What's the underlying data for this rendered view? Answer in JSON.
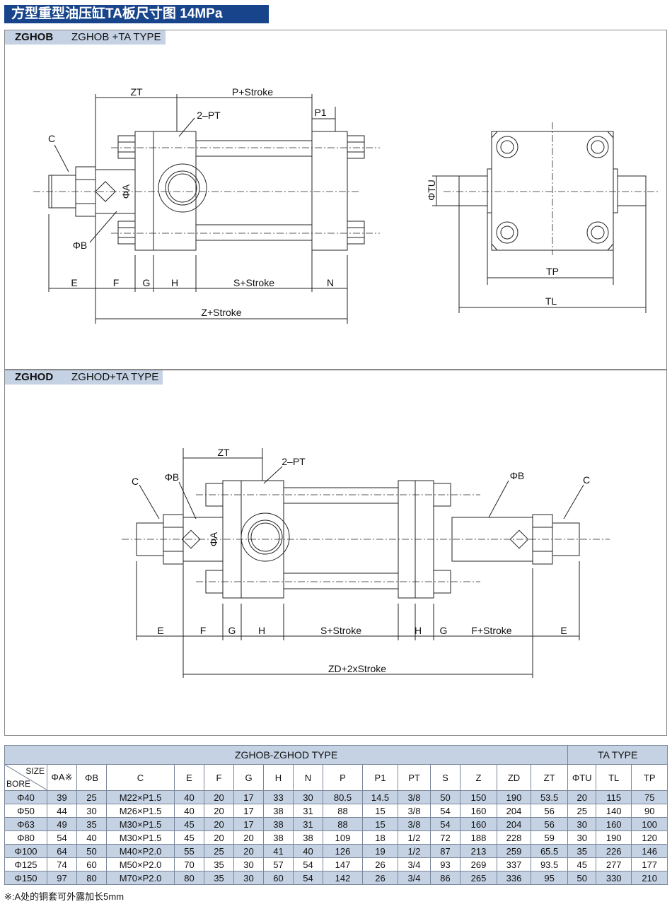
{
  "page_title": "方型重型油压缸TA板尺寸图 14MPa",
  "top_panel": {
    "model": "ZGHOB",
    "type_label": "ZGHOB +TA TYPE",
    "labels": {
      "zt": "ZT",
      "p_stroke": "P+Stroke",
      "pt": "2–PT",
      "p1": "P1",
      "c": "C",
      "phi_a": "ΦA",
      "phi_b": "ΦB",
      "e": "E",
      "f": "F",
      "g": "G",
      "h": "H",
      "s_stroke": "S+Stroke",
      "n": "N",
      "z_stroke": "Z+Stroke",
      "phi_tu": "ΦTU",
      "tp": "TP",
      "tl": "TL"
    }
  },
  "bottom_panel": {
    "model": "ZGHOD",
    "type_label": "ZGHOD+TA TYPE",
    "labels": {
      "zt": "ZT",
      "pt": "2–PT",
      "phi_b_left": "ΦB",
      "phi_b_right": "ΦB",
      "c_left": "C",
      "c_right": "C",
      "phi_a": "ΦA",
      "e_left": "E",
      "f": "F",
      "g_left": "G",
      "h_left": "H",
      "s_stroke": "S+Stroke",
      "h_right": "H",
      "g_right": "G",
      "f_stroke": "F+Stroke",
      "e_right": "E",
      "zd_stroke": "ZD+2xStroke"
    }
  },
  "table": {
    "group_main": "ZGHOB-ZGHOD TYPE",
    "group_ta": "TA TYPE",
    "corner_size": "SIZE",
    "corner_bore": "BORE",
    "columns": [
      "ΦA※",
      "ΦB",
      "C",
      "E",
      "F",
      "G",
      "H",
      "N",
      "P",
      "P1",
      "PT",
      "S",
      "Z",
      "ZD",
      "ZT",
      "ΦTU",
      "TL",
      "TP"
    ],
    "rows": [
      [
        "Φ40",
        "39",
        "25",
        "M22×P1.5",
        "40",
        "20",
        "17",
        "33",
        "30",
        "80.5",
        "14.5",
        "3/8",
        "50",
        "150",
        "190",
        "53.5",
        "20",
        "115",
        "75"
      ],
      [
        "Φ50",
        "44",
        "30",
        "M26×P1.5",
        "40",
        "20",
        "17",
        "38",
        "31",
        "88",
        "15",
        "3/8",
        "54",
        "160",
        "204",
        "56",
        "25",
        "140",
        "90"
      ],
      [
        "Φ63",
        "49",
        "35",
        "M30×P1.5",
        "45",
        "20",
        "17",
        "38",
        "31",
        "88",
        "15",
        "3/8",
        "54",
        "160",
        "204",
        "56",
        "30",
        "160",
        "100"
      ],
      [
        "Φ80",
        "54",
        "40",
        "M30×P1.5",
        "45",
        "20",
        "20",
        "38",
        "38",
        "109",
        "18",
        "1/2",
        "72",
        "188",
        "228",
        "59",
        "30",
        "190",
        "120"
      ],
      [
        "Φ100",
        "64",
        "50",
        "M40×P2.0",
        "55",
        "25",
        "20",
        "41",
        "40",
        "126",
        "19",
        "1/2",
        "87",
        "213",
        "259",
        "65.5",
        "35",
        "226",
        "146"
      ],
      [
        "Φ125",
        "74",
        "60",
        "M50×P2.0",
        "70",
        "35",
        "30",
        "57",
        "54",
        "147",
        "26",
        "3/4",
        "93",
        "269",
        "337",
        "93.5",
        "45",
        "277",
        "177"
      ],
      [
        "Φ150",
        "97",
        "80",
        "M70×P2.0",
        "80",
        "35",
        "30",
        "60",
        "54",
        "142",
        "26",
        "3/4",
        "86",
        "265",
        "336",
        "95",
        "50",
        "330",
        "210"
      ]
    ]
  },
  "note": "※:A处的铜套可外露加长5mm"
}
